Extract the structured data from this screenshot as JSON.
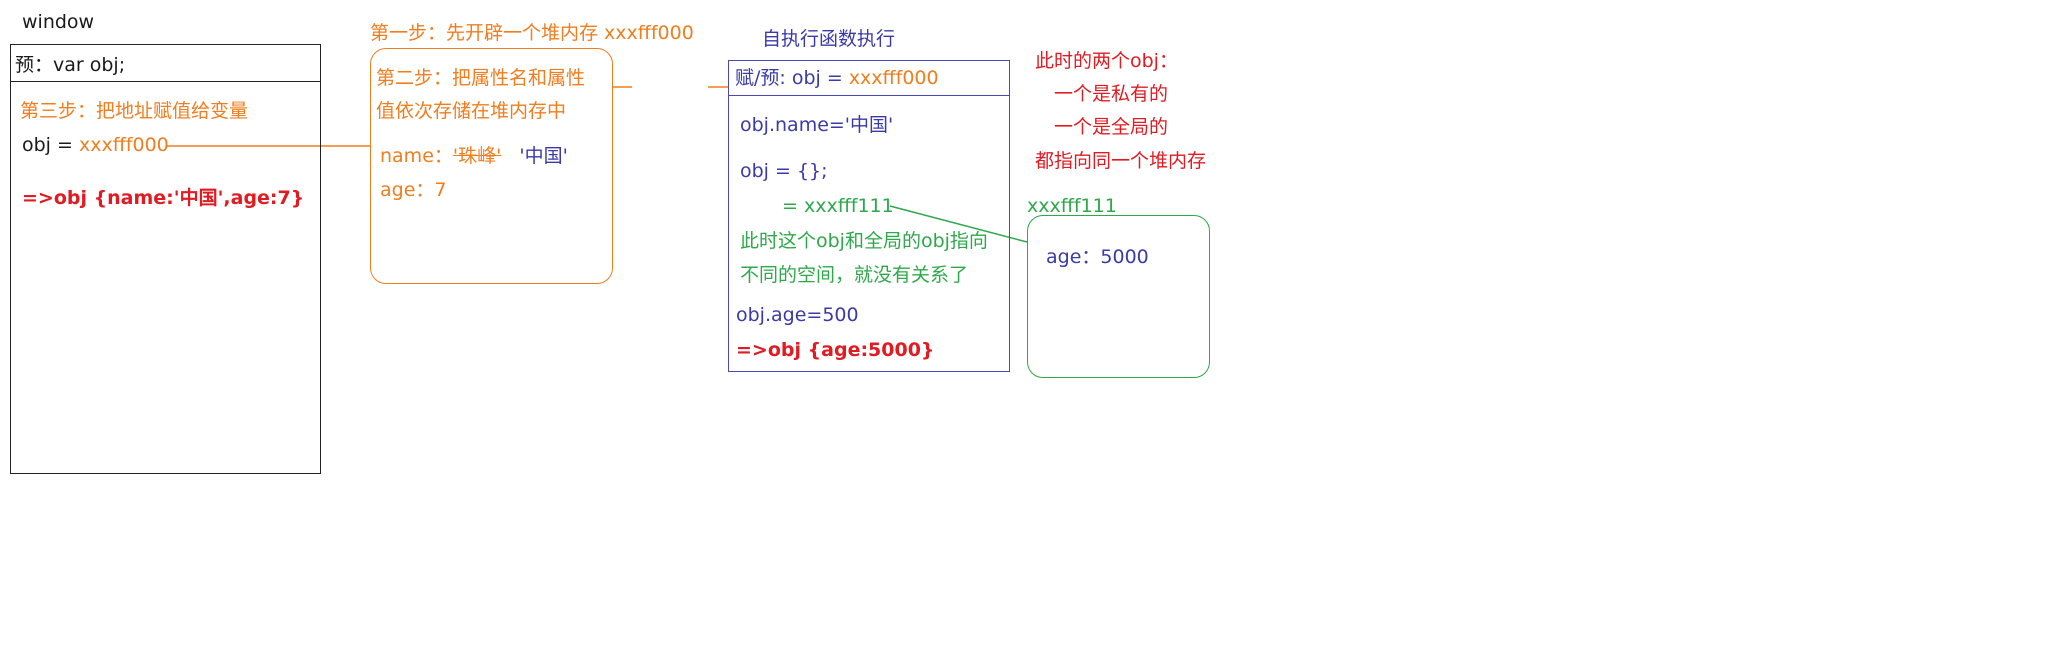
{
  "window": {
    "title": "window",
    "pre": "预：var obj;",
    "step3": "第三步：把地址赋值给变量",
    "obj_label": "obj = ",
    "obj_addr": "xxxfff000",
    "result": "=>obj  {name:'中国',age:7}"
  },
  "heap1": {
    "step1_title": "第一步：先开辟一个堆内存  xxxfff000",
    "step2_line1": "第二步：把属性名和属性",
    "step2_line2": "值依次存储在堆内存中",
    "name_label": "name：",
    "name_old": "'珠峰'",
    "name_new": "'中国'",
    "age": "age：7"
  },
  "function": {
    "title": "自执行函数执行",
    "header_label": "赋/预: ",
    "header_code": "obj = ",
    "header_addr": "xxxfff000",
    "line_name": "obj.name='中国'",
    "line_obj": "obj = {};",
    "line_eq": "= xxxfff111",
    "note_line1": "此时这个obj和全局的obj指向",
    "note_line2": "不同的空间，就没有关系了",
    "line_age": "obj.age=500",
    "result": "=>obj    {age:5000}"
  },
  "note": {
    "line1": "此时的两个obj：",
    "line2": "一个是私有的",
    "line3": "一个是全局的",
    "line4": "都指向同一个堆内存"
  },
  "heap2": {
    "addr": "xxxfff111",
    "age": "age：5000"
  },
  "colors": {
    "orange": "#f07d1e",
    "blue": "#3a3aa8",
    "green": "#2ea84a",
    "red": "#e01b22",
    "black": "#1a1a1a"
  }
}
